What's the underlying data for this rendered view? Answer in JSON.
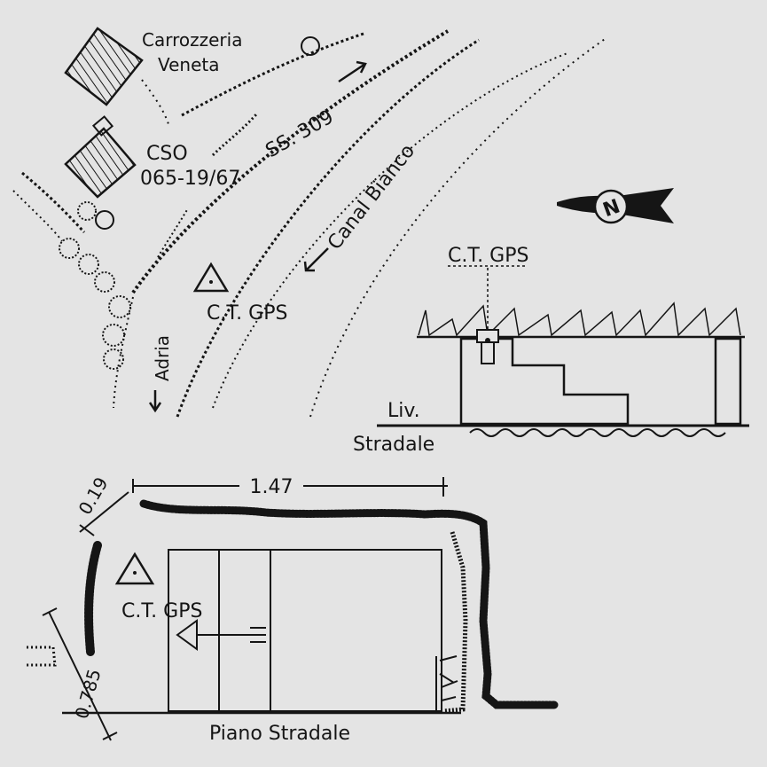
{
  "map": {
    "building_name_line1": "Carrozzeria",
    "building_name_line2": "Veneta",
    "cso_line1": "CSO",
    "cso_line2": "065-19/67",
    "road_label": "SS. 309",
    "canal_label": "Canal Bianco",
    "direction_label": "Adria",
    "station_label": "C.T. GPS"
  },
  "section": {
    "station_label": "C.T. GPS",
    "level_line1": "Liv.",
    "level_line2": "Stradale"
  },
  "plan": {
    "width_label": "1.47",
    "offset_label": "0.19",
    "height_label": "0.785",
    "station_label": "C.T. GPS",
    "ground_label": "Piano Stradale"
  },
  "north_symbol": "N",
  "colors": {
    "paper": "#e4e4e4",
    "ink": "#151515"
  }
}
